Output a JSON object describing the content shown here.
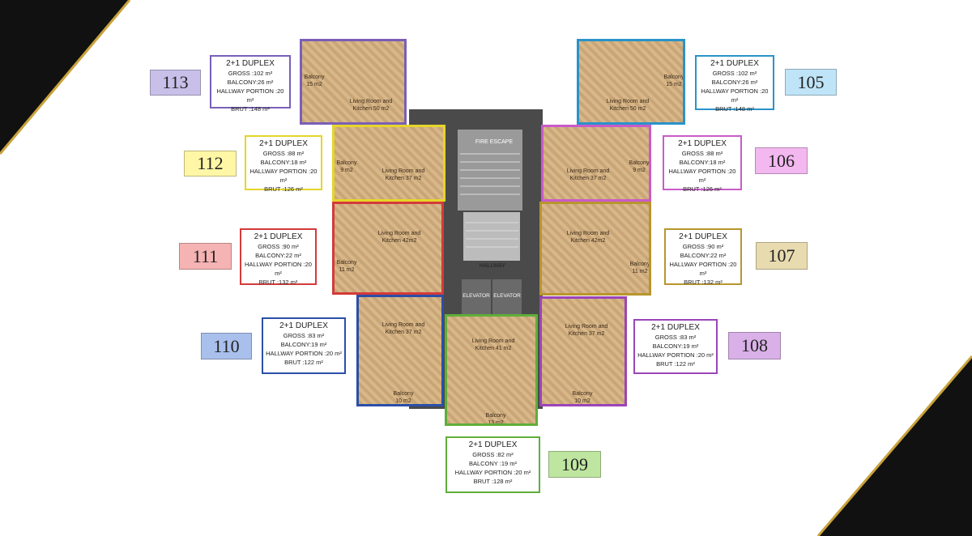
{
  "core": {
    "fire_escape": "FIRE ESCAPE",
    "hallway": "HALLWAY",
    "elevator_left": "ELEVATOR",
    "elevator_right": "ELEVATOR"
  },
  "units": [
    {
      "id": "113",
      "color": "#7a5fb8",
      "fill": "#c9c0ea",
      "type": "2+1 DUPLEX",
      "gross": "GROSS :102 m²",
      "balcony": "BALCONY:26 m²",
      "hallway": "HALLWAY PORTION :20 m²",
      "brut": "BRUT :148 m²",
      "living_label": "Living Room and\nKitchen 50 m2",
      "balcony_label": "Balcony\n15 m2"
    },
    {
      "id": "112",
      "color": "#e5d52a",
      "fill": "#fff7a6",
      "type": "2+1 DUPLEX",
      "gross": "GROSS :88 m²",
      "balcony": "BALCONY:18 m²",
      "hallway": "HALLWAY PORTION :20 m²",
      "brut": "BRUT :126 m²",
      "living_label": "Living Room and\nKitchen 37 m2",
      "balcony_label": "Balcony\n9 m2"
    },
    {
      "id": "111",
      "color": "#d43a3a",
      "fill": "#f5b3b3",
      "type": "2+1 DUPLEX",
      "gross": "GROSS :90 m²",
      "balcony": "BALCONY:22 m²",
      "hallway": "HALLWAY PORTION :20 m²",
      "brut": "BRUT :132 m²",
      "living_label": "Living Room and\nKitchen 42m2",
      "balcony_label": "Balcony\n11 m2"
    },
    {
      "id": "110",
      "color": "#2a4fa8",
      "fill": "#a9c0ec",
      "type": "2+1 DUPLEX",
      "gross": "GROSS :83 m²",
      "balcony": "BALCONY:19 m²",
      "hallway": "HALLWAY PORTION :20 m²",
      "brut": "BRUT :122 m²",
      "living_label": "Living Room and\nKitchen 37 m2",
      "balcony_label": "Balcony\n10 m2"
    },
    {
      "id": "109",
      "color": "#5fae3a",
      "fill": "#bfe6a0",
      "type": "2+1 DUPLEX",
      "gross": "GROSS :82 m²",
      "balcony": "BALCONY :19 m²",
      "hallway": "HALLWAY PORTION :20 m²",
      "brut": "BRUT :128 m²",
      "living_label": "Living Room and\nKitchen 41 m2",
      "balcony_label": "Balcony\n13 m2"
    },
    {
      "id": "108",
      "color": "#9b45b8",
      "fill": "#d9b1e8",
      "type": "2+1 DUPLEX",
      "gross": "GROSS :83 m²",
      "balcony": "BALCONY:19 m²",
      "hallway": "HALLWAY PORTION :20 m²",
      "brut": "BRUT :122 m²",
      "living_label": "Living Room and\nKitchen 37 m2",
      "balcony_label": "Balcony\n10 m2"
    },
    {
      "id": "107",
      "color": "#b8962e",
      "fill": "#e9dbb0",
      "type": "2+1 DUPLEX",
      "gross": "GROSS :90 m²",
      "balcony": "BALCONY:22 m²",
      "hallway": "HALLWAY PORTION :20 m²",
      "brut": "BRUT :132 m²",
      "living_label": "Living Room and\nKitchen 42m2",
      "balcony_label": "Balcony\n11 m2"
    },
    {
      "id": "106",
      "color": "#c95bc9",
      "fill": "#f3b8f0",
      "type": "2+1 DUPLEX",
      "gross": "GROSS :88 m²",
      "balcony": "BALCONY:18 m²",
      "hallway": "HALLWAY PORTION :20 m²",
      "brut": "BRUT :126 m²",
      "living_label": "Living Room and\nKitchen 37 m2",
      "balcony_label": "Balcony\n9 m2"
    },
    {
      "id": "105",
      "color": "#2a93c9",
      "fill": "#bfe4f7",
      "type": "2+1 DUPLEX",
      "gross": "GROSS :102 m²",
      "balcony": "BALCONY:26 m²",
      "hallway": "HALLWAY PORTION :20 m²",
      "brut": "BRUT :148 m²",
      "living_label": "Living Room and\nKitchen 50 m2",
      "balcony_label": "Balcony\n15 m2"
    }
  ]
}
